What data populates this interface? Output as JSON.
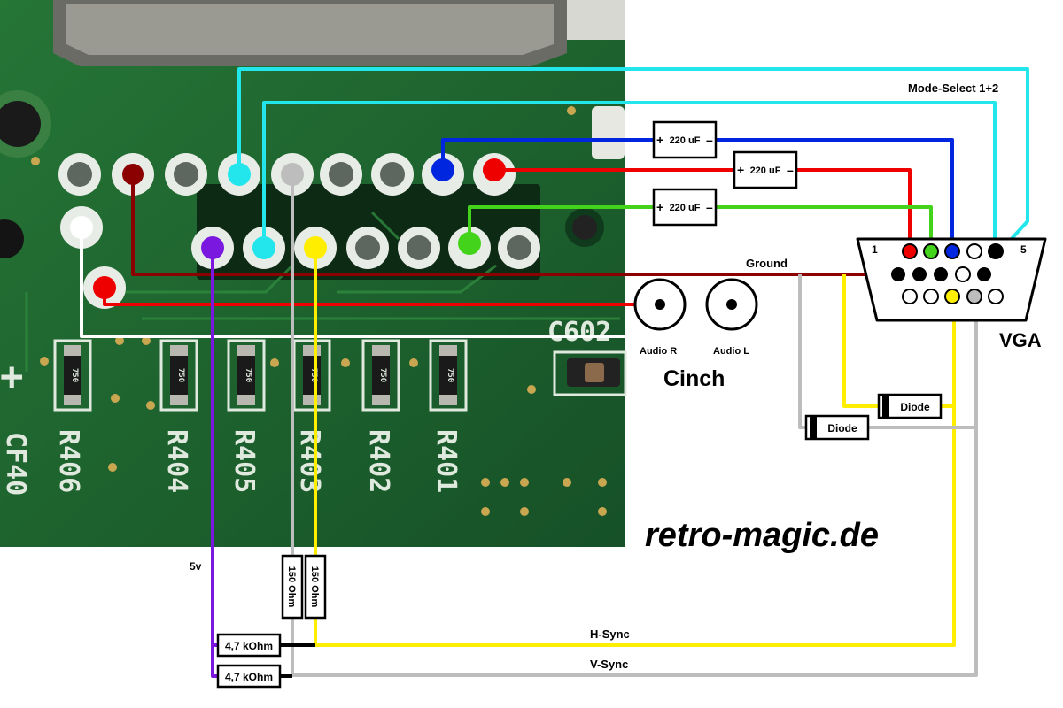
{
  "colors": {
    "pcb": "#1f6b31",
    "pcb_dark": "#15502a",
    "cyan": "#22e6ec",
    "red": "#ee0000",
    "darkred": "#8b0000",
    "blue": "#0026e0",
    "green": "#44d31b",
    "purple": "#7a18e0",
    "yellow": "#ffee00",
    "grey": "#bdbdbd",
    "white": "#ffffff",
    "black": "#000000"
  },
  "labels": {
    "mode_select": "Mode-Select 1+2",
    "ground": "Ground",
    "vga": "VGA",
    "vga_pin_1": "1",
    "vga_pin_5": "5",
    "audio_r": "Audio R",
    "audio_l": "Audio L",
    "cinch": "Cinch",
    "brand": "retro-magic.de",
    "five_v": "5v",
    "h_sync": "H-Sync",
    "v_sync": "V-Sync"
  },
  "capacitors": [
    "220 uF",
    "220 uF",
    "220 uF"
  ],
  "diodes": [
    "Diode",
    "Diode"
  ],
  "resistors_150": [
    "150 Ohm",
    "150 Ohm"
  ],
  "resistors_4k7": [
    "4,7 kOhm",
    "4,7 kOhm"
  ],
  "pcb_silkscreen": {
    "designators": [
      "R406",
      "R404",
      "R405",
      "R403",
      "R402",
      "R401"
    ],
    "smd_values": [
      "750",
      "750",
      "750",
      "750",
      "750",
      "750"
    ],
    "cap_ref": "C602",
    "edge_text": "CF40"
  }
}
